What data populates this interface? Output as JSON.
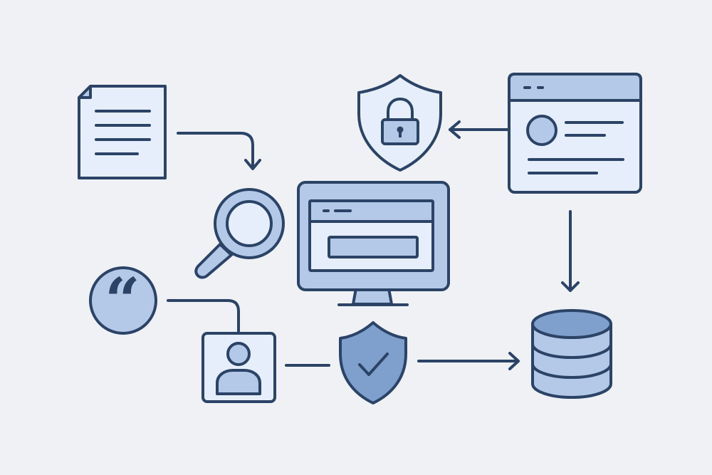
{
  "colors": {
    "background": "#eff1f5",
    "stroke": "#2b4366",
    "fill_light": "#e5eefa",
    "fill_mid": "#b4c9e8",
    "fill_dark": "#7f9fcd"
  },
  "nodes": [
    {
      "id": "document",
      "icon": "document-icon"
    },
    {
      "id": "search",
      "icon": "magnifier-icon"
    },
    {
      "id": "quote",
      "icon": "quote-bubble-icon"
    },
    {
      "id": "user",
      "icon": "user-profile-icon"
    },
    {
      "id": "lock-shield",
      "icon": "shield-lock-icon"
    },
    {
      "id": "monitor",
      "icon": "monitor-icon"
    },
    {
      "id": "check-shield",
      "icon": "shield-check-icon"
    },
    {
      "id": "browser",
      "icon": "browser-window-icon"
    },
    {
      "id": "database",
      "icon": "database-icon"
    }
  ],
  "connections": [
    {
      "from": "document",
      "to": "search",
      "arrow": true
    },
    {
      "from": "browser",
      "to": "lock-shield",
      "arrow": true
    },
    {
      "from": "browser",
      "to": "database",
      "arrow": true
    },
    {
      "from": "quote",
      "to": "user",
      "arrow": false
    },
    {
      "from": "user",
      "to": "check-shield",
      "arrow": false
    },
    {
      "from": "check-shield",
      "to": "database",
      "arrow": true
    }
  ]
}
